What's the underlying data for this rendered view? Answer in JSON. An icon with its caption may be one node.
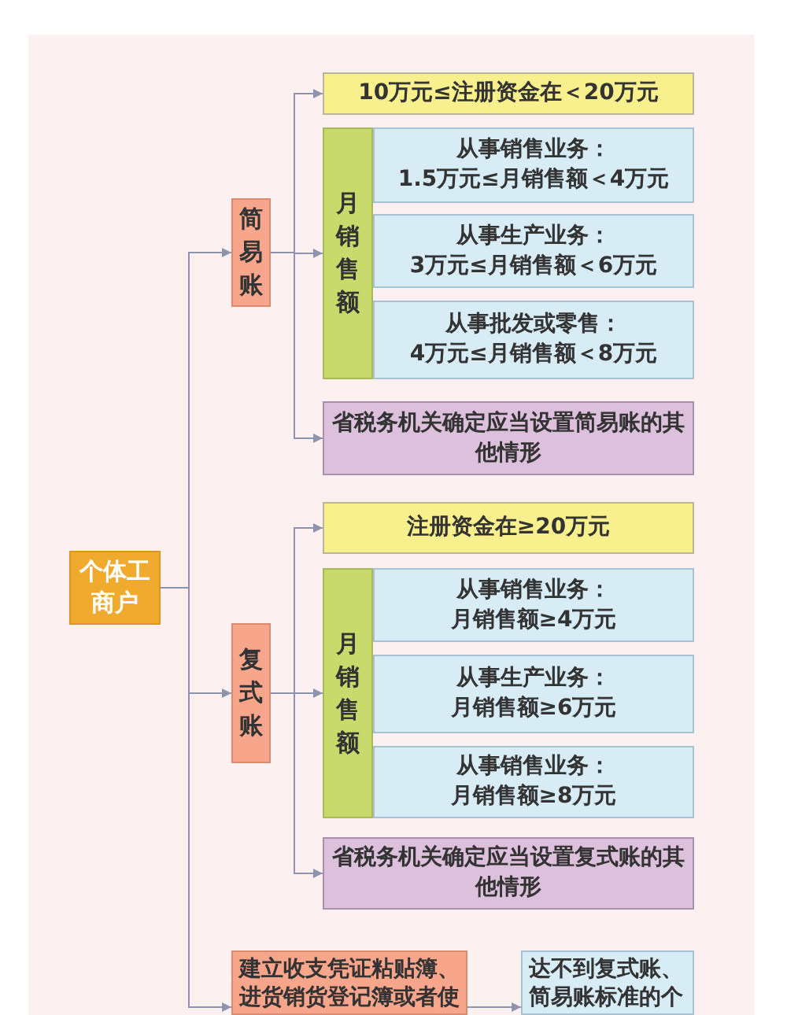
{
  "diagram": {
    "nodes": [
      {
        "text": [
          "个体工商户"
        ]
      },
      {
        "text": [
          "简易账"
        ]
      },
      {
        "text": [
          "10万元≤注册资金在＜20万元"
        ]
      },
      {
        "text": [
          "月销售额"
        ]
      },
      {
        "text": [
          "从事销售业务：",
          "1.5万元≤月销售额＜4万元"
        ]
      },
      {
        "text": [
          "从事生产业务：",
          "3万元≤月销售额＜6万元"
        ]
      },
      {
        "text": [
          "从事批发或零售：",
          "4万元≤月销售额＜8万元"
        ]
      },
      {
        "text": [
          "省税务机关确定应当设置简易账的其他情形"
        ]
      },
      {
        "text": [
          "复式账"
        ]
      },
      {
        "text": [
          "注册资金在≥20万元"
        ]
      },
      {
        "text": [
          "月销售额"
        ]
      },
      {
        "text": [
          "从事销售业务：",
          "月销售额≥4万元"
        ]
      },
      {
        "text": [
          "从事生产业务：",
          "月销售额≥6万元"
        ]
      },
      {
        "text": [
          "从事销售业务：",
          "月销售额≥8万元"
        ]
      },
      {
        "text": [
          "省税务机关确定应当设置复式账的其他情形"
        ]
      },
      {
        "text": [
          "建立收支凭证粘贴簿、进货销货登记簿或者使"
        ]
      },
      {
        "text": [
          "达不到复式账、简易账标准的个"
        ]
      }
    ],
    "edges": [
      {
        "from": 0,
        "to": 1,
        "arrow": "to"
      },
      {
        "from": 0,
        "to": 8,
        "arrow": "to"
      },
      {
        "from": 0,
        "to": 15,
        "arrow": "to"
      },
      {
        "from": 1,
        "to": 2,
        "arrow": "to"
      },
      {
        "from": 1,
        "to": 3,
        "arrow": "to"
      },
      {
        "from": 1,
        "to": 7,
        "arrow": "to"
      },
      {
        "from": 8,
        "to": 9,
        "arrow": "to"
      },
      {
        "from": 8,
        "to": 10,
        "arrow": "to"
      },
      {
        "from": 8,
        "to": 14,
        "arrow": "to"
      },
      {
        "from": 15,
        "to": 16,
        "arrow": "to"
      }
    ]
  }
}
